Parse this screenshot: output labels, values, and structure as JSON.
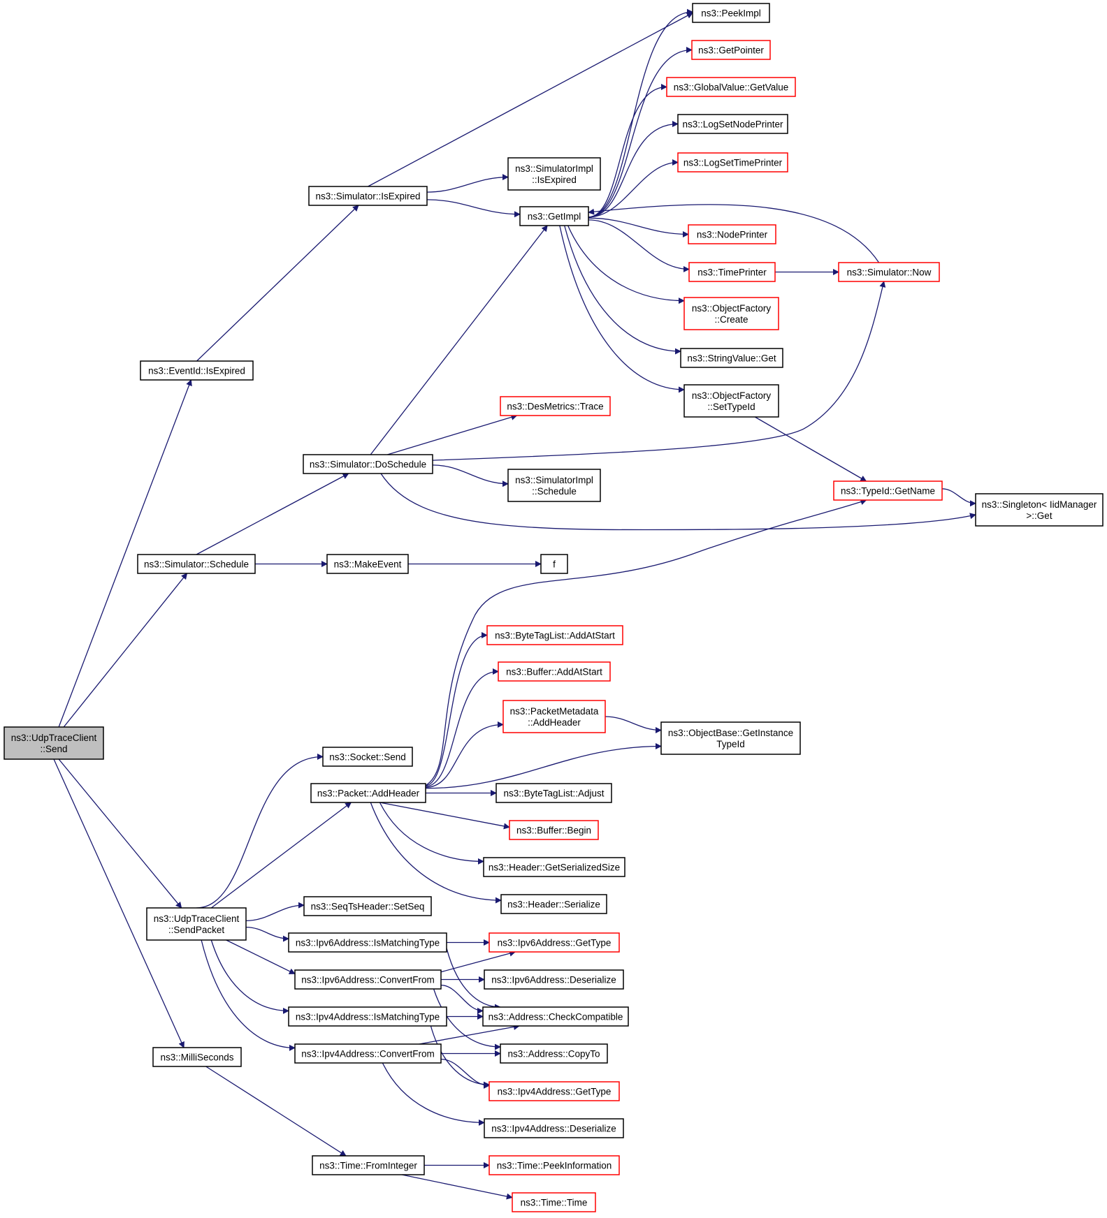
{
  "nodes": {
    "udptraceclient_send": {
      "lines": [
        "ns3::UdpTraceClient",
        "::Send"
      ],
      "style": "root"
    },
    "eventid_isexpired": {
      "lines": [
        "ns3::EventId::IsExpired"
      ],
      "style": "normal"
    },
    "simulator_schedule": {
      "lines": [
        "ns3::Simulator::Schedule"
      ],
      "style": "normal"
    },
    "udptraceclient_sendpacket": {
      "lines": [
        "ns3::UdpTraceClient",
        "::SendPacket"
      ],
      "style": "normal"
    },
    "millisecconds": {
      "lines": [
        "ns3::MilliSeconds"
      ],
      "style": "normal"
    },
    "simulator_isexpired": {
      "lines": [
        "ns3::Simulator::IsExpired"
      ],
      "style": "normal"
    },
    "simulator_doschedule": {
      "lines": [
        "ns3::Simulator::DoSchedule"
      ],
      "style": "normal"
    },
    "makeevent": {
      "lines": [
        "ns3::MakeEvent"
      ],
      "style": "normal"
    },
    "socket_send": {
      "lines": [
        "ns3::Socket::Send"
      ],
      "style": "normal"
    },
    "packet_addheader": {
      "lines": [
        "ns3::Packet::AddHeader"
      ],
      "style": "normal"
    },
    "seqtsheader_setseq": {
      "lines": [
        "ns3::SeqTsHeader::SetSeq"
      ],
      "style": "normal"
    },
    "ipv6_ismatchingtype": {
      "lines": [
        "ns3::Ipv6Address::IsMatchingType"
      ],
      "style": "normal"
    },
    "ipv6_convertfrom": {
      "lines": [
        "ns3::Ipv6Address::ConvertFrom"
      ],
      "style": "normal"
    },
    "ipv4_ismatchingtype": {
      "lines": [
        "ns3::Ipv4Address::IsMatchingType"
      ],
      "style": "normal"
    },
    "ipv4_convertfrom": {
      "lines": [
        "ns3::Ipv4Address::ConvertFrom"
      ],
      "style": "normal"
    },
    "time_frominteger": {
      "lines": [
        "ns3::Time::FromInteger"
      ],
      "style": "normal"
    },
    "peekimpl": {
      "lines": [
        "ns3::PeekImpl"
      ],
      "style": "normal"
    },
    "simulatorimpl_isexpired": {
      "lines": [
        "ns3::SimulatorImpl",
        "::IsExpired"
      ],
      "style": "normal"
    },
    "getimpl": {
      "lines": [
        "ns3::GetImpl"
      ],
      "style": "normal"
    },
    "desmetrics_trace": {
      "lines": [
        "ns3::DesMetrics::Trace"
      ],
      "style": "red"
    },
    "simulatorimpl_schedule": {
      "lines": [
        "ns3::SimulatorImpl",
        "::Schedule"
      ],
      "style": "normal"
    },
    "f": {
      "lines": [
        "f"
      ],
      "style": "normal"
    },
    "bytetaglist_addatstart": {
      "lines": [
        "ns3::ByteTagList::AddAtStart"
      ],
      "style": "red"
    },
    "buffer_addatstart": {
      "lines": [
        "ns3::Buffer::AddAtStart"
      ],
      "style": "red"
    },
    "packetmetadata_addheader": {
      "lines": [
        "ns3::PacketMetadata",
        "::AddHeader"
      ],
      "style": "red"
    },
    "bytetaglist_adjust": {
      "lines": [
        "ns3::ByteTagList::Adjust"
      ],
      "style": "normal"
    },
    "buffer_begin": {
      "lines": [
        "ns3::Buffer::Begin"
      ],
      "style": "red"
    },
    "header_getserializedsize": {
      "lines": [
        "ns3::Header::GetSerializedSize"
      ],
      "style": "normal"
    },
    "header_serialize": {
      "lines": [
        "ns3::Header::Serialize"
      ],
      "style": "normal"
    },
    "ipv6_gettype": {
      "lines": [
        "ns3::Ipv6Address::GetType"
      ],
      "style": "red"
    },
    "ipv6_deserialize": {
      "lines": [
        "ns3::Ipv6Address::Deserialize"
      ],
      "style": "normal"
    },
    "address_checkcompatible": {
      "lines": [
        "ns3::Address::CheckCompatible"
      ],
      "style": "normal"
    },
    "address_copyto": {
      "lines": [
        "ns3::Address::CopyTo"
      ],
      "style": "normal"
    },
    "ipv4_gettype": {
      "lines": [
        "ns3::Ipv4Address::GetType"
      ],
      "style": "red"
    },
    "ipv4_deserialize": {
      "lines": [
        "ns3::Ipv4Address::Deserialize"
      ],
      "style": "normal"
    },
    "time_peekinformation": {
      "lines": [
        "ns3::Time::PeekInformation"
      ],
      "style": "red"
    },
    "time_time": {
      "lines": [
        "ns3::Time::Time"
      ],
      "style": "red"
    },
    "getpointer": {
      "lines": [
        "ns3::GetPointer"
      ],
      "style": "red"
    },
    "globalvalue_getvalue": {
      "lines": [
        "ns3::GlobalValue::GetValue"
      ],
      "style": "red"
    },
    "logsetnodeprinter": {
      "lines": [
        "ns3::LogSetNodePrinter"
      ],
      "style": "normal"
    },
    "logsettimeprinter": {
      "lines": [
        "ns3::LogSetTimePrinter"
      ],
      "style": "red"
    },
    "nodeprinter": {
      "lines": [
        "ns3::NodePrinter"
      ],
      "style": "red"
    },
    "timeprinter": {
      "lines": [
        "ns3::TimePrinter"
      ],
      "style": "red"
    },
    "objectfactory_create": {
      "lines": [
        "ns3::ObjectFactory",
        "::Create"
      ],
      "style": "red"
    },
    "stringvalue_get": {
      "lines": [
        "ns3::StringValue::Get"
      ],
      "style": "normal"
    },
    "objectfactory_settypeid": {
      "lines": [
        "ns3::ObjectFactory",
        "::SetTypeId"
      ],
      "style": "normal"
    },
    "simulator_now": {
      "lines": [
        "ns3::Simulator::Now"
      ],
      "style": "red"
    },
    "typeid_getname": {
      "lines": [
        "ns3::TypeId::GetName"
      ],
      "style": "red"
    },
    "singleton_get": {
      "lines": [
        "ns3::Singleton< IidManager",
        ">::Get"
      ],
      "style": "normal"
    },
    "objectbase_getinstancetypeid": {
      "lines": [
        "ns3::ObjectBase::GetInstance",
        "TypeId"
      ],
      "style": "normal"
    }
  },
  "edges": [
    [
      "udptraceclient_send",
      "eventid_isexpired"
    ],
    [
      "udptraceclient_send",
      "simulator_schedule"
    ],
    [
      "udptraceclient_send",
      "udptraceclient_sendpacket"
    ],
    [
      "udptraceclient_send",
      "millisecconds"
    ],
    [
      "eventid_isexpired",
      "simulator_isexpired"
    ],
    [
      "simulator_isexpired",
      "peekimpl"
    ],
    [
      "simulator_isexpired",
      "simulatorimpl_isexpired"
    ],
    [
      "simulator_isexpired",
      "getimpl"
    ],
    [
      "getimpl",
      "peekimpl"
    ],
    [
      "getimpl",
      "getpointer"
    ],
    [
      "getimpl",
      "globalvalue_getvalue"
    ],
    [
      "getimpl",
      "logsetnodeprinter"
    ],
    [
      "getimpl",
      "logsettimeprinter"
    ],
    [
      "getimpl",
      "nodeprinter"
    ],
    [
      "getimpl",
      "timeprinter"
    ],
    [
      "getimpl",
      "objectfactory_create"
    ],
    [
      "getimpl",
      "stringvalue_get"
    ],
    [
      "getimpl",
      "objectfactory_settypeid"
    ],
    [
      "simulator_now",
      "getimpl"
    ],
    [
      "timeprinter",
      "simulator_now"
    ],
    [
      "objectfactory_settypeid",
      "typeid_getname"
    ],
    [
      "typeid_getname",
      "singleton_get"
    ],
    [
      "simulator_schedule",
      "simulator_doschedule"
    ],
    [
      "simulator_schedule",
      "makeevent"
    ],
    [
      "makeevent",
      "f"
    ],
    [
      "simulator_doschedule",
      "getimpl"
    ],
    [
      "simulator_doschedule",
      "desmetrics_trace"
    ],
    [
      "simulator_doschedule",
      "simulator_now"
    ],
    [
      "simulator_doschedule",
      "simulatorimpl_schedule"
    ],
    [
      "simulator_doschedule",
      "singleton_get"
    ],
    [
      "udptraceclient_sendpacket",
      "socket_send"
    ],
    [
      "udptraceclient_sendpacket",
      "packet_addheader"
    ],
    [
      "udptraceclient_sendpacket",
      "seqtsheader_setseq"
    ],
    [
      "udptraceclient_sendpacket",
      "ipv6_ismatchingtype"
    ],
    [
      "udptraceclient_sendpacket",
      "ipv6_convertfrom"
    ],
    [
      "udptraceclient_sendpacket",
      "ipv4_ismatchingtype"
    ],
    [
      "udptraceclient_sendpacket",
      "ipv4_convertfrom"
    ],
    [
      "packet_addheader",
      "typeid_getname"
    ],
    [
      "packet_addheader",
      "bytetaglist_addatstart"
    ],
    [
      "packet_addheader",
      "buffer_addatstart"
    ],
    [
      "packet_addheader",
      "packetmetadata_addheader"
    ],
    [
      "packet_addheader",
      "objectbase_getinstancetypeid"
    ],
    [
      "packet_addheader",
      "bytetaglist_adjust"
    ],
    [
      "packet_addheader",
      "buffer_begin"
    ],
    [
      "packet_addheader",
      "header_getserializedsize"
    ],
    [
      "packet_addheader",
      "header_serialize"
    ],
    [
      "packetmetadata_addheader",
      "objectbase_getinstancetypeid"
    ],
    [
      "ipv6_ismatchingtype",
      "ipv6_gettype"
    ],
    [
      "ipv6_ismatchingtype",
      "address_checkcompatible"
    ],
    [
      "ipv6_convertfrom",
      "ipv6_gettype"
    ],
    [
      "ipv6_convertfrom",
      "ipv6_deserialize"
    ],
    [
      "ipv6_convertfrom",
      "address_checkcompatible"
    ],
    [
      "ipv6_convertfrom",
      "address_copyto"
    ],
    [
      "ipv4_ismatchingtype",
      "address_checkcompatible"
    ],
    [
      "ipv4_ismatchingtype",
      "ipv4_gettype"
    ],
    [
      "ipv4_convertfrom",
      "address_checkcompatible"
    ],
    [
      "ipv4_convertfrom",
      "address_copyto"
    ],
    [
      "ipv4_convertfrom",
      "ipv4_gettype"
    ],
    [
      "ipv4_convertfrom",
      "ipv4_deserialize"
    ],
    [
      "millisecconds",
      "time_frominteger"
    ],
    [
      "time_frominteger",
      "time_peekinformation"
    ],
    [
      "time_frominteger",
      "time_time"
    ]
  ],
  "colors": {
    "edge": "#191970",
    "normal_border": "#000000",
    "red_border": "#ff0000",
    "root_fill": "#bfbfbf"
  }
}
